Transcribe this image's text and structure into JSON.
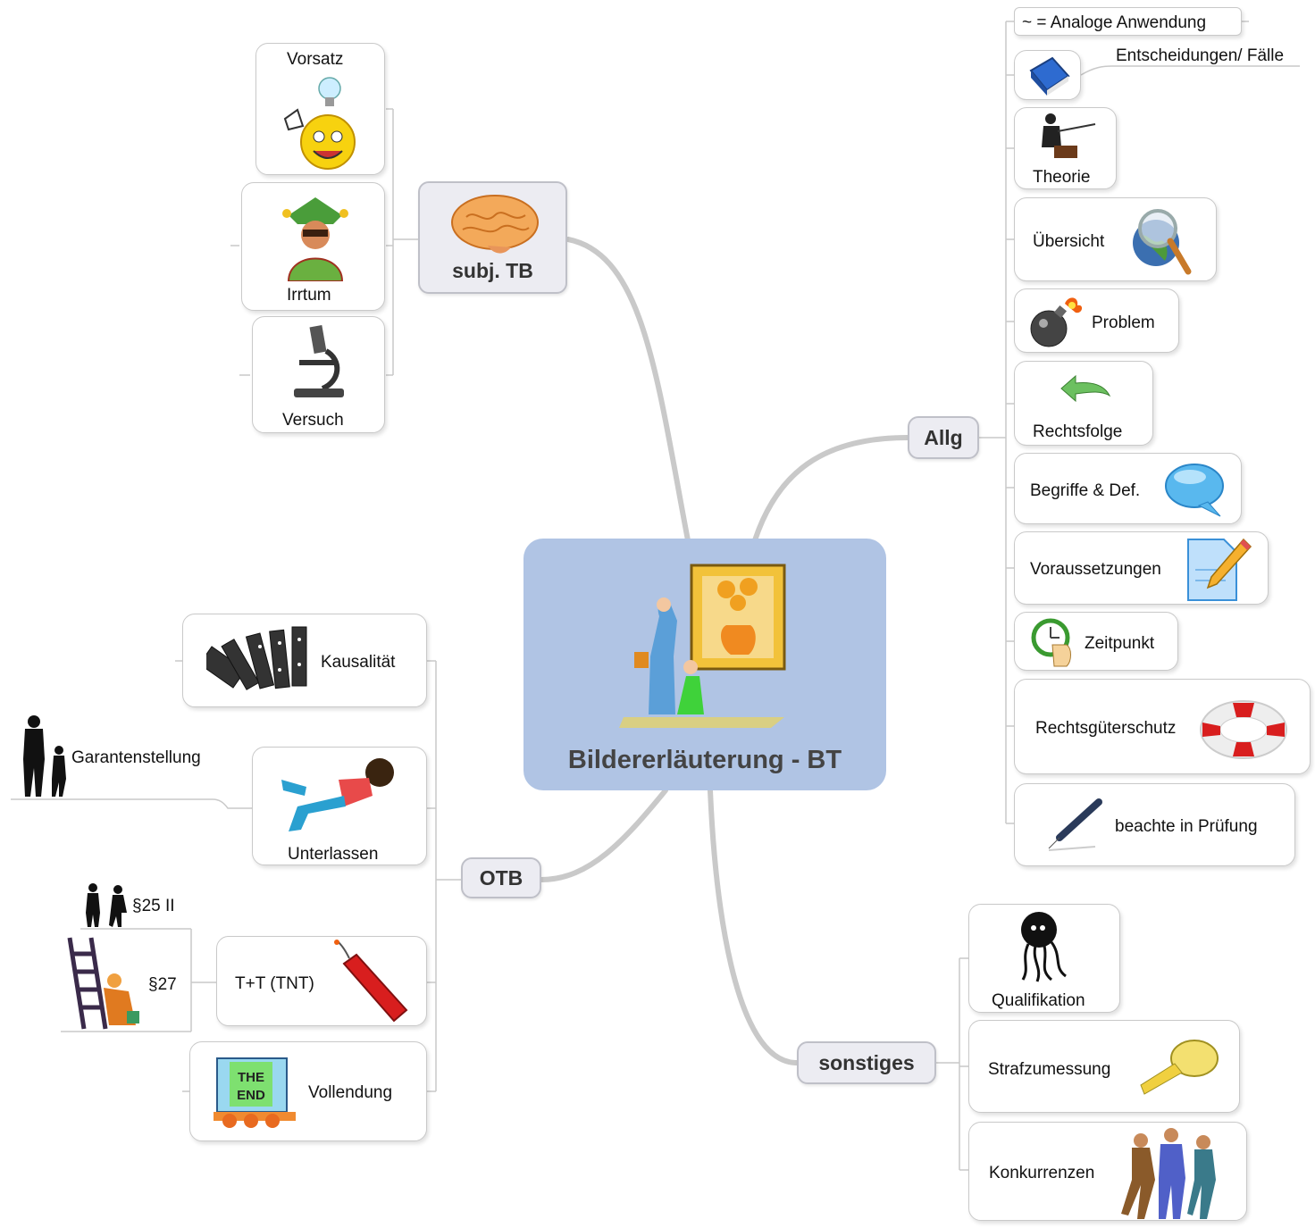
{
  "central": {
    "title": "Bildererläuterung - BT",
    "icon": "museum-painting-icon"
  },
  "branches": {
    "subj_tb": {
      "label": "subj. TB",
      "icon": "brain-icon",
      "children": [
        {
          "label": "Vorsatz",
          "icon": "lightbulb-smiley-icon"
        },
        {
          "label": "Irrtum",
          "icon": "jester-icon"
        },
        {
          "label": "Versuch",
          "icon": "microscope-icon"
        }
      ]
    },
    "allg": {
      "label": "Allg",
      "children": [
        {
          "label": "~ = Analoge Anwendung"
        },
        {
          "label": "Entscheidungen/ Fälle",
          "icon": "book-icon"
        },
        {
          "label": "Theorie",
          "icon": "lecturer-icon"
        },
        {
          "label": "Übersicht",
          "icon": "globe-magnifier-icon"
        },
        {
          "label": "Problem",
          "icon": "bomb-icon"
        },
        {
          "label": "Rechtsfolge",
          "icon": "undo-arrow-icon"
        },
        {
          "label": "Begriffe & Def.",
          "icon": "speech-bubble-icon"
        },
        {
          "label": "Voraussetzungen",
          "icon": "edit-document-icon"
        },
        {
          "label": "Zeitpunkt",
          "icon": "clock-hand-icon"
        },
        {
          "label": "Rechtsgüterschutz",
          "icon": "lifebuoy-icon"
        },
        {
          "label": "beachte in Prüfung",
          "icon": "fountain-pen-icon"
        }
      ]
    },
    "otb": {
      "label": "OTB",
      "children": [
        {
          "label": "Kausalität",
          "icon": "dominoes-icon"
        },
        {
          "label": "Unterlassen",
          "icon": "lazy-person-icon",
          "sub": [
            {
              "label": "Garantenstellung",
              "icon": "parent-child-silhouette-icon"
            }
          ]
        },
        {
          "label": "T+T (TNT)",
          "icon": "dynamite-icon",
          "sub": [
            {
              "label": "§25 II",
              "icon": "handshake-silhouette-icon"
            },
            {
              "label": "§27",
              "icon": "ladder-helper-icon"
            }
          ]
        },
        {
          "label": "Vollendung",
          "icon": "the-end-film-icon"
        }
      ]
    },
    "sonstiges": {
      "label": "sonstiges",
      "children": [
        {
          "label": "Qualifikation",
          "icon": "octopus-icon"
        },
        {
          "label": "Strafzumessung",
          "icon": "measuring-tape-icon"
        },
        {
          "label": "Konkurrenzen",
          "icon": "fighting-men-icon"
        }
      ]
    }
  }
}
